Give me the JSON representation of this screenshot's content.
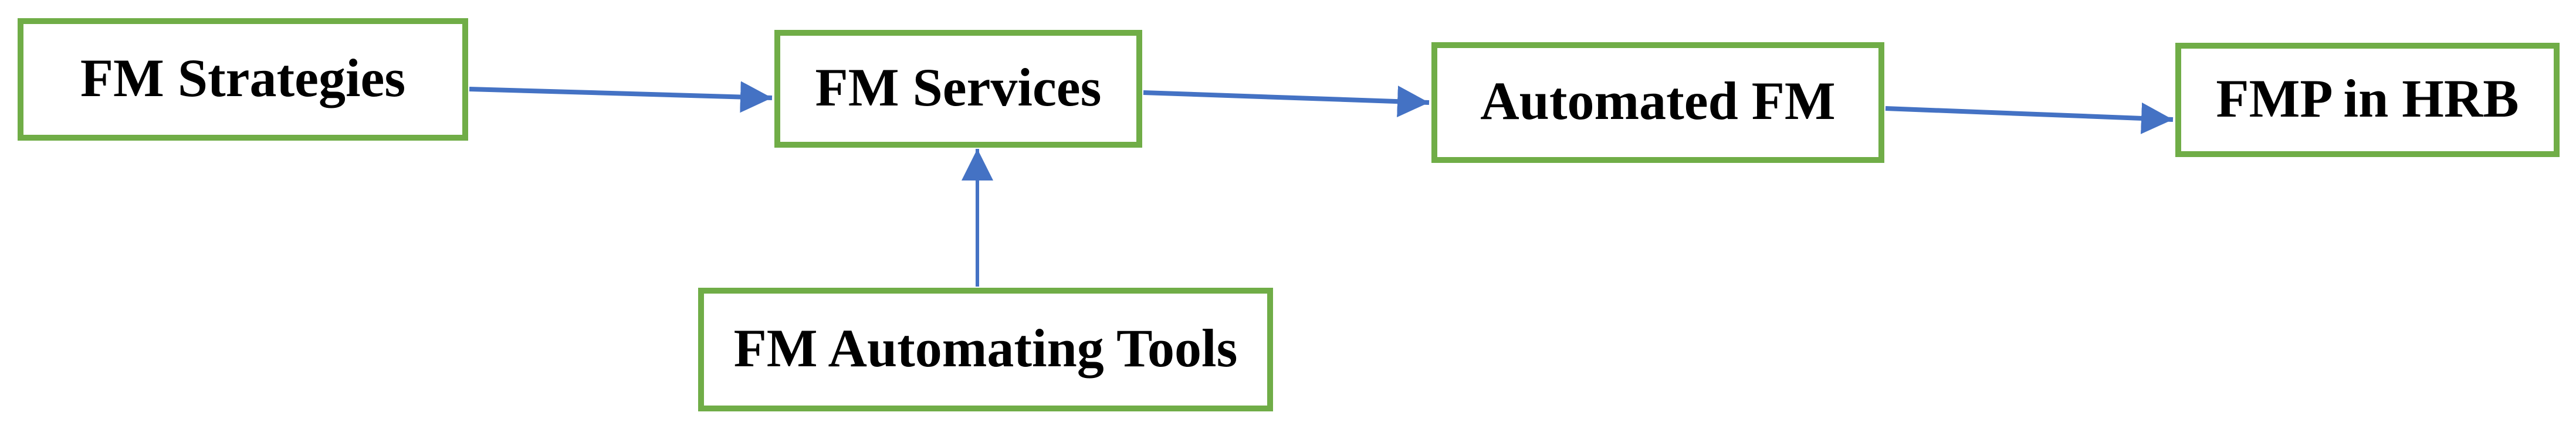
{
  "diagram": {
    "type": "flowchart",
    "nodes": [
      {
        "id": "fm-strategies",
        "label": "FM Strategies"
      },
      {
        "id": "fm-services",
        "label": "FM Services"
      },
      {
        "id": "automated-fm",
        "label": "Automated FM"
      },
      {
        "id": "fmp-in-hrb",
        "label": "FMP in HRB"
      },
      {
        "id": "fm-automating-tools",
        "label": "FM Automating Tools"
      }
    ],
    "edges": [
      {
        "from": "fm-strategies",
        "to": "fm-services",
        "direction": "right"
      },
      {
        "from": "fm-services",
        "to": "automated-fm",
        "direction": "right"
      },
      {
        "from": "automated-fm",
        "to": "fmp-in-hrb",
        "direction": "right"
      },
      {
        "from": "fm-automating-tools",
        "to": "fm-services",
        "direction": "up"
      }
    ]
  },
  "colors": {
    "box_border": "#70AD47",
    "box_fill": "#FFFFFF",
    "arrow": "#4472C4",
    "text": "#000000",
    "background": "#FFFFFF"
  }
}
